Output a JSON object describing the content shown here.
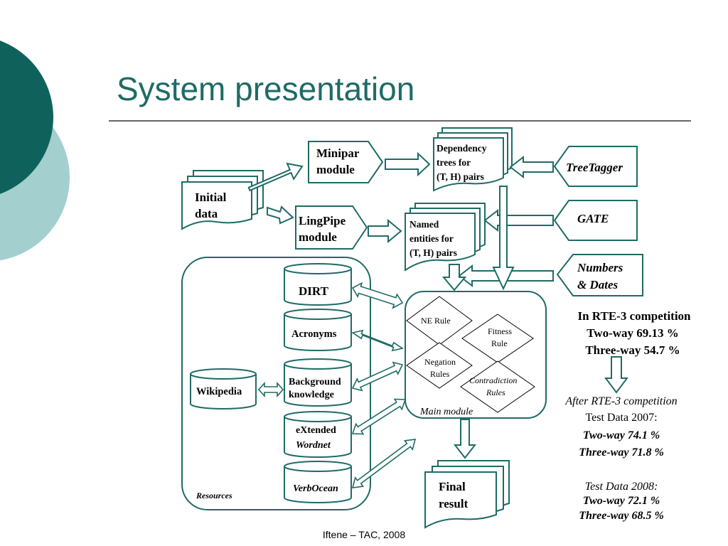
{
  "slide": {
    "title": "System presentation",
    "footer": "Iftene – TAC, 2008"
  },
  "colors": {
    "accent": "#1f6b66",
    "accent_light": "#a3cfcf",
    "accent_dark": "#0f625c"
  },
  "nodes": {
    "minipar": [
      "Minipar",
      "module"
    ],
    "lingpipe": [
      "LingPipe",
      "module"
    ],
    "initial_data": [
      "Initial",
      "data"
    ],
    "dependency_trees": [
      "Dependency",
      "trees for",
      "(T, H) pairs"
    ],
    "named_entities": [
      "Named",
      "entities for",
      "(T, H) pairs"
    ],
    "treetagger": "TreeTagger",
    "gate": "GATE",
    "numbers_dates": [
      "Numbers",
      "& Dates"
    ],
    "dirt": "DIRT",
    "acronyms": "Acronyms",
    "background_knowledge": [
      "Background",
      "knowledge"
    ],
    "extended_wordnet": [
      "eXtended",
      "Wordnet"
    ],
    "verbocean": "VerbOcean",
    "wikipedia": "Wikipedia",
    "resources_label": "Resources",
    "main_module_label": "Main module",
    "ne_rule": "NE Rule",
    "fitness_rule": [
      "Fitness",
      "Rule"
    ],
    "negation_rules": [
      "Negation",
      "Rules"
    ],
    "contradiction_rules": [
      "Contradiction",
      "Rules"
    ],
    "final_result": [
      "Final",
      "result"
    ]
  },
  "results": {
    "rte3": [
      "In RTE-3 competition",
      "Two-way 69.13 %",
      "Three-way 54.7 %"
    ],
    "after_header": [
      "After RTE-3 competition",
      "Test Data 2007:"
    ],
    "data2007": [
      "Two-way 74.1 %",
      "Three-way 71.8 %"
    ],
    "data2008_header": "Test Data 2008:",
    "data2008": [
      "Two-way 72.1 %",
      "Three-way 68.5 %"
    ]
  }
}
